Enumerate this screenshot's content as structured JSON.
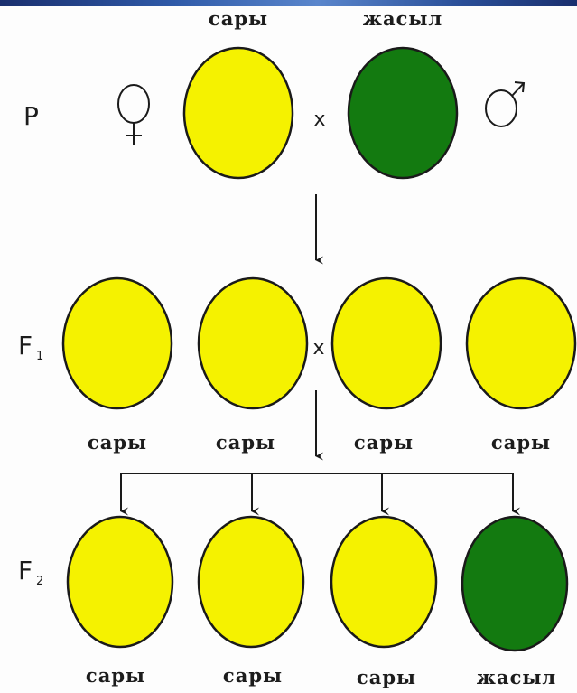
{
  "colors": {
    "yellow": "#f5f200",
    "green": "#137a10",
    "line": "#1a1a1a"
  },
  "generations": {
    "p": {
      "label": "P",
      "sub": ""
    },
    "f1": {
      "label": "F",
      "sub": "1"
    },
    "f2": {
      "label": "F",
      "sub": "2"
    }
  },
  "symbols": {
    "female": "♀",
    "male": "♂",
    "cross": "x"
  },
  "p_row": {
    "parent1": {
      "label": "сары",
      "color": "yellow"
    },
    "parent2": {
      "label": "жасыл",
      "color": "green"
    }
  },
  "f1_row": [
    {
      "label": "сары",
      "color": "yellow"
    },
    {
      "label": "сары",
      "color": "yellow"
    },
    {
      "label": "сары",
      "color": "yellow"
    },
    {
      "label": "сары",
      "color": "yellow"
    }
  ],
  "f2_row": [
    {
      "label": "сары",
      "color": "yellow"
    },
    {
      "label": "сары",
      "color": "yellow"
    },
    {
      "label": "сары",
      "color": "yellow"
    },
    {
      "label": "жасыл",
      "color": "green"
    }
  ]
}
